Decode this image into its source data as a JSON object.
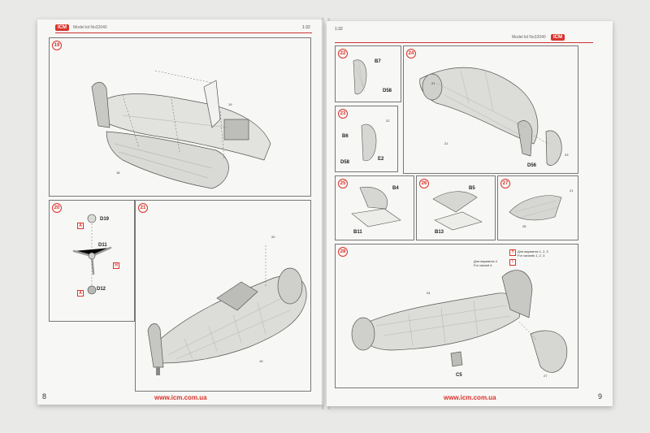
{
  "left_page": {
    "brand": "ICM",
    "header": "Model kit No32040",
    "scale": "1:32",
    "page_number": "8",
    "url": "www.icm.com.ua",
    "steps": {
      "s19": {
        "num": "19",
        "labels": [
          "19",
          "18"
        ]
      },
      "s20": {
        "num": "20",
        "parts": [
          "D19",
          "D11",
          "D12"
        ],
        "icons": [
          "A",
          "H",
          "A"
        ]
      },
      "s21": {
        "num": "21",
        "labels": [
          "20",
          "19"
        ]
      }
    }
  },
  "right_page": {
    "brand": "ICM",
    "header": "Model kit No32040",
    "scale": "1:32",
    "page_number": "9",
    "url": "www.icm.com.ua",
    "steps": {
      "s22": {
        "num": "22",
        "parts": [
          "B7",
          "D58"
        ]
      },
      "s23": {
        "num": "23",
        "parts": [
          "B6",
          "D58",
          "E2"
        ],
        "labels": [
          "22"
        ]
      },
      "s24": {
        "num": "24",
        "parts": [
          "D56"
        ],
        "labels": [
          "21",
          "21",
          "23"
        ]
      },
      "s25": {
        "num": "25",
        "parts": [
          "B4",
          "B11"
        ]
      },
      "s26": {
        "num": "26",
        "parts": [
          "B5",
          "B13"
        ]
      },
      "s27": {
        "num": "27",
        "labels": [
          "21",
          "26"
        ]
      },
      "s28": {
        "num": "28",
        "parts": [
          "C5"
        ],
        "labels": [
          "24",
          "27"
        ],
        "notes": [
          "Для варианта 1, 2, 3",
          "For variants 1, 2, 3",
          "Для варианта 4",
          "For variant 4"
        ]
      }
    }
  },
  "colors": {
    "accent": "#d9332b",
    "page": "#f7f7f5",
    "line": "#777777"
  }
}
